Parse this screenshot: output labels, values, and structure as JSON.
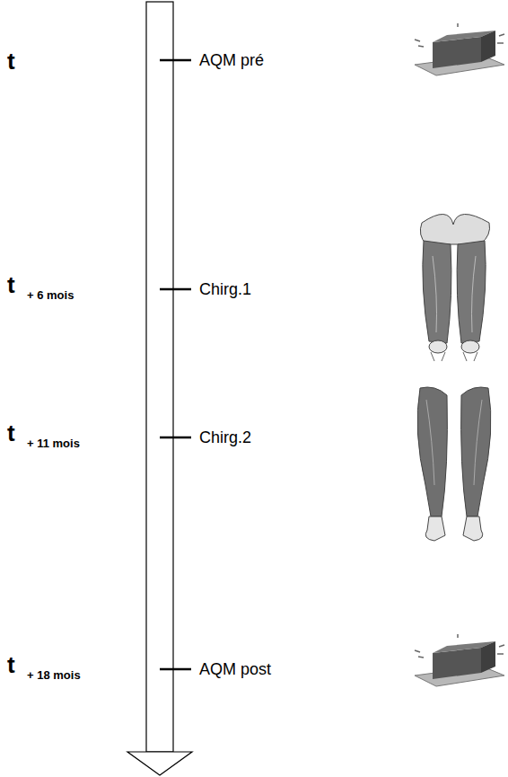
{
  "diagram": {
    "labels": [
      "t",
      "AQM pré",
      "t",
      "+ 6 mois",
      "Chirg.1",
      "t",
      "+ 11 mois",
      "Chirg.2",
      "t",
      "+ 18 mois",
      "AQM post"
    ]
  }
}
